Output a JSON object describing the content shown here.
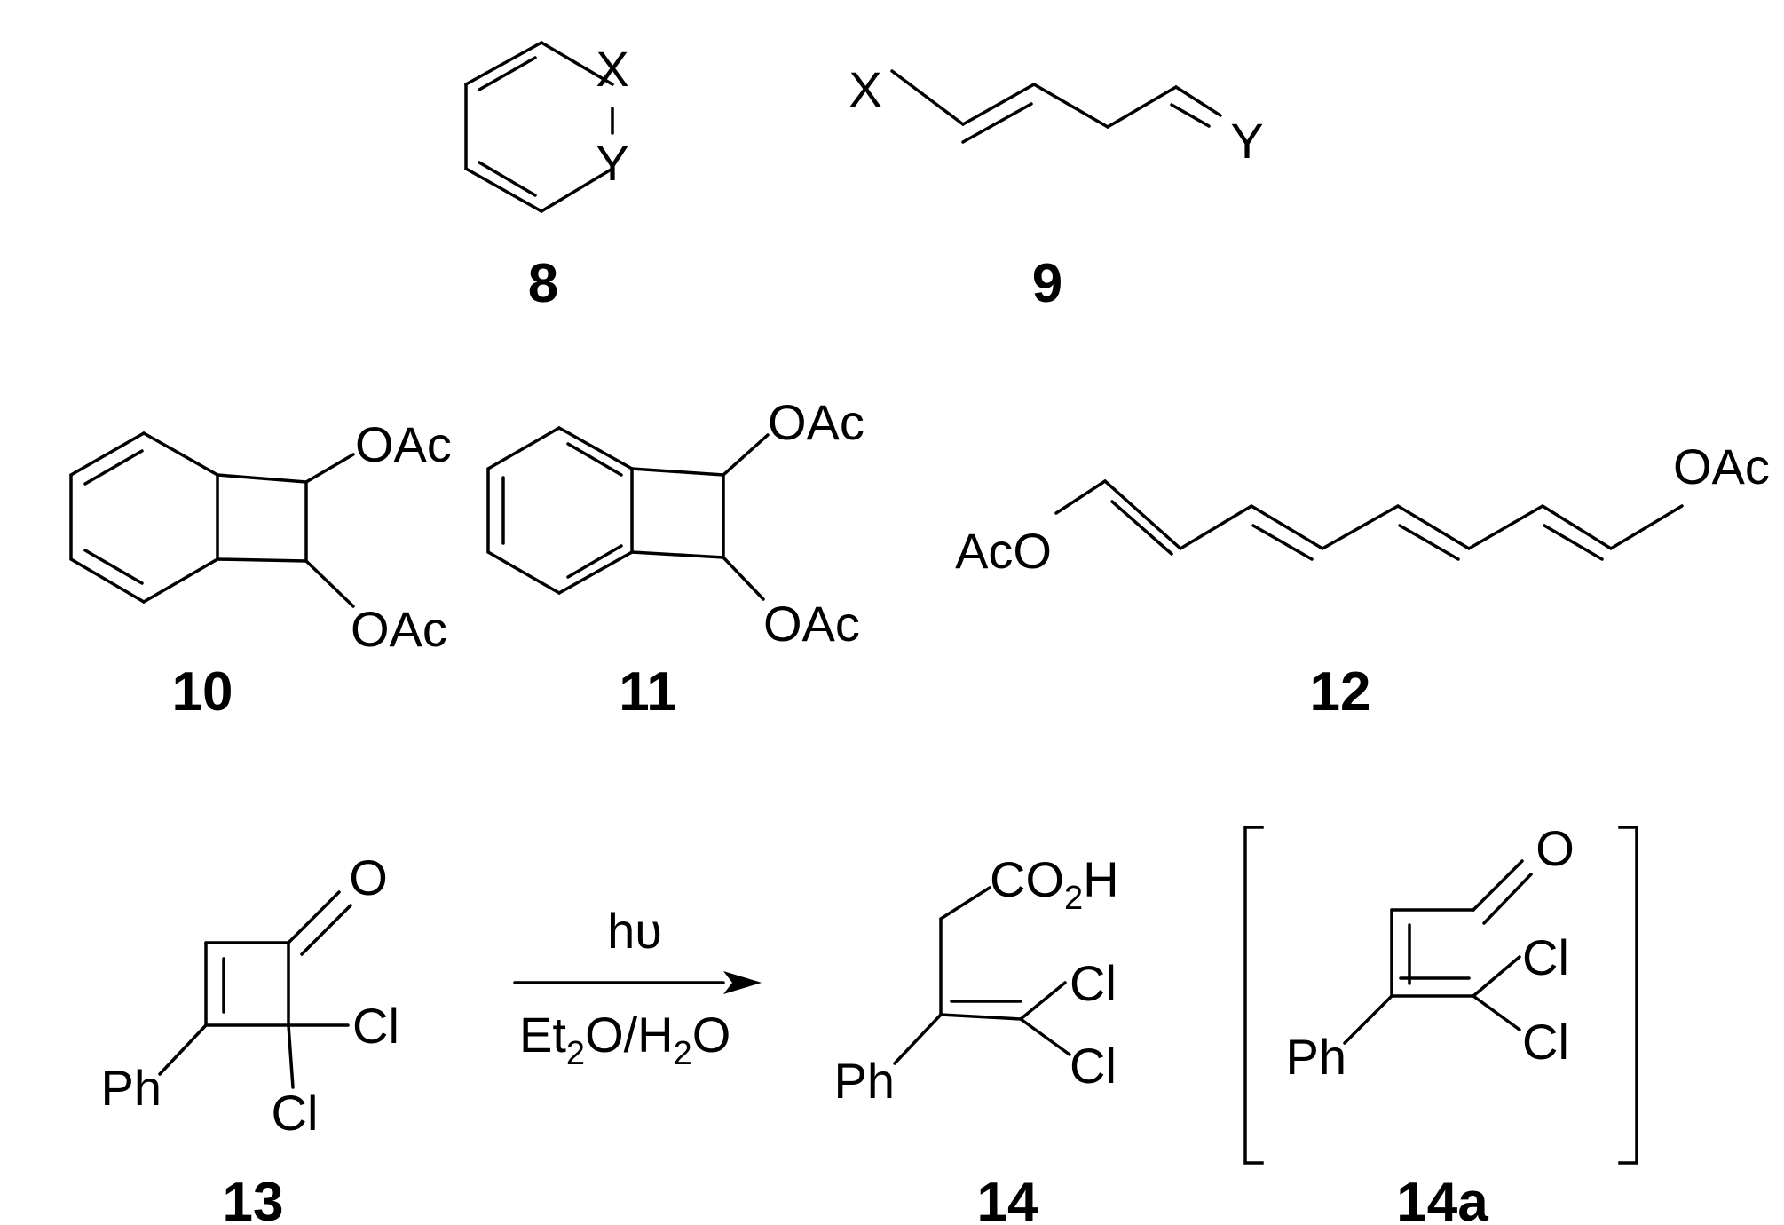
{
  "compounds": {
    "c8": {
      "number": "8",
      "atoms": {
        "x": "X",
        "y": "Y"
      }
    },
    "c9": {
      "number": "9",
      "atoms": {
        "x": "X",
        "y": "Y"
      }
    },
    "c10": {
      "number": "10",
      "atoms": {
        "oac_top": "OAc",
        "oac_bottom": "OAc"
      }
    },
    "c11": {
      "number": "11",
      "atoms": {
        "oac_top": "OAc",
        "oac_bottom": "OAc"
      }
    },
    "c12": {
      "number": "12",
      "atoms": {
        "oac_left": "AcO",
        "oac_right": "OAc"
      }
    },
    "c13": {
      "number": "13",
      "atoms": {
        "o": "O",
        "cl_right": "Cl",
        "cl_bottom": "Cl",
        "ph": "Ph"
      }
    },
    "c14": {
      "number": "14",
      "atoms": {
        "co2h_main": "CO",
        "co2h_sub": "2",
        "co2h_end": "H",
        "cl_top": "Cl",
        "cl_bottom": "Cl",
        "ph": "Ph"
      }
    },
    "c14a": {
      "number": "14a",
      "atoms": {
        "o": "O",
        "cl_top": "Cl",
        "cl_bottom": "Cl",
        "ph": "Ph"
      }
    }
  },
  "reaction": {
    "above": "hυ",
    "below_a": "Et",
    "below_sub1": "2",
    "below_b": "O/H",
    "below_sub2": "2",
    "below_c": "O"
  },
  "colors": {
    "ink": "#000000",
    "background": "#ffffff"
  }
}
